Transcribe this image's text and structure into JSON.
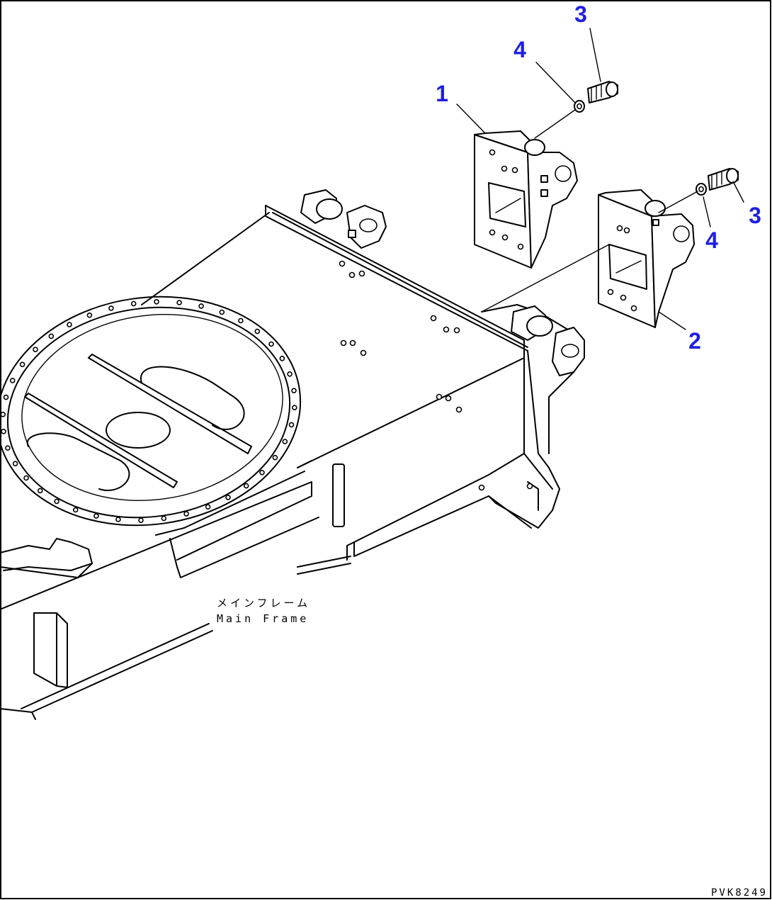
{
  "callouts": [
    {
      "id": "callout-1",
      "text": "1"
    },
    {
      "id": "callout-2",
      "text": "2"
    },
    {
      "id": "callout-3a",
      "text": "3"
    },
    {
      "id": "callout-3b",
      "text": "3"
    },
    {
      "id": "callout-4a",
      "text": "4"
    },
    {
      "id": "callout-4b",
      "text": "4"
    }
  ],
  "frame_label": {
    "japanese": "メインフレーム",
    "english": "Main Frame"
  },
  "drawing_code": "PVK8249",
  "colors": {
    "callout": "#1e1ee6",
    "line": "#000000",
    "background": "#ffffff"
  }
}
